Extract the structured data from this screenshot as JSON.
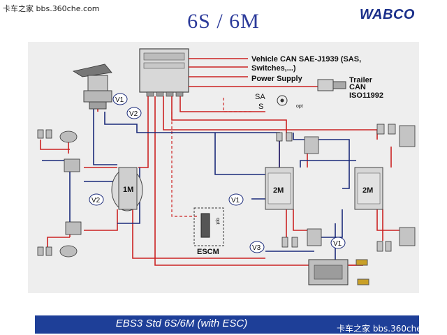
{
  "header": {
    "watermark": "卡车之家 bbs.360che.com",
    "title": "6S / 6M",
    "brand": "WABCO"
  },
  "diagram": {
    "vehicle_can": "Vehicle CAN SAE-J1939 (SAS,",
    "switches": "Switches,...)",
    "power_supply": "Power Supply",
    "trailer": "Trailer",
    "can": "CAN",
    "iso": "ISO11992",
    "sa": "SA",
    "s": "S",
    "opt_small": "opt",
    "escm": "ESCM",
    "opt_escm": "opt",
    "modulator_1m": "1M",
    "modulator_2m_left": "2M",
    "modulator_2m_right": "2M",
    "v1_top": "V1",
    "v2_top": "V2",
    "v2_left": "V2",
    "v1_middle": "V1",
    "v3": "V3",
    "v1_right": "V1"
  },
  "footer": {
    "caption": "EBS3 Std 6S/6M (with ESC)",
    "watermark": "卡车之家 bbs.360che"
  },
  "colors": {
    "title": "#2b3a9a",
    "brand": "#1a2f8a",
    "wire_red": "#cc2222",
    "wire_blue": "#1a2a7a",
    "footer_bg": "#1e3f98",
    "panel_bg": "#eeeeee"
  }
}
